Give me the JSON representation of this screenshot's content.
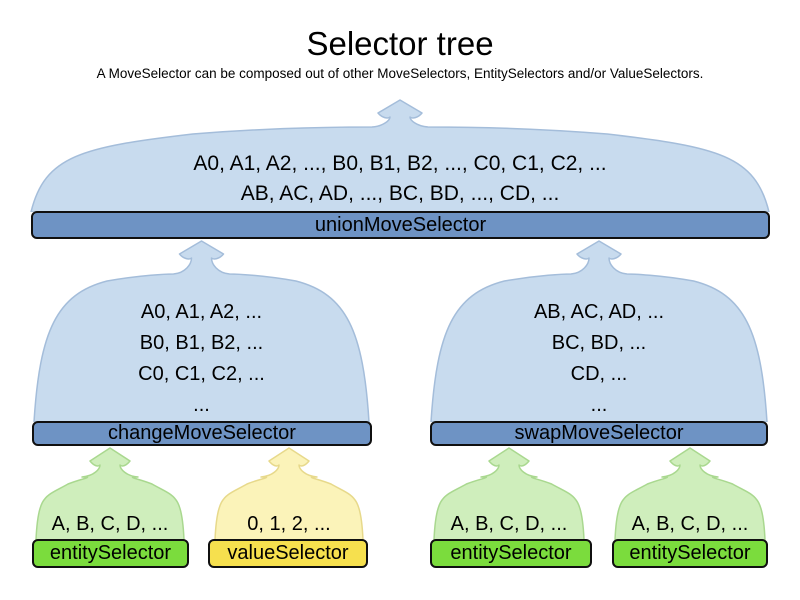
{
  "title": "Selector tree",
  "subtitle": "A MoveSelector can be composed out of other MoveSelectors, EntitySelectors and/or ValueSelectors.",
  "palette": {
    "blue_funnel_fill": "#c8dbee",
    "blue_funnel_stroke": "#a4bdda",
    "blue_bar_fill": "#6e93c4",
    "green_funnel_fill": "#cfeebc",
    "green_funnel_stroke": "#a9d88f",
    "green_bar_fill": "#7bdc3d",
    "yellow_funnel_fill": "#fbf3b9",
    "yellow_funnel_stroke": "#e7d98b",
    "yellow_bar_fill": "#f6e04e",
    "bar_border": "#101010",
    "text": "#000000"
  },
  "nodes": {
    "union": {
      "label": "unionMoveSelector",
      "color": "blue",
      "lines": [
        "A0, A1, A2, ..., B0, B1, B2, ..., C0, C1, C2, ...",
        "AB, AC, AD, ..., BC, BD, ..., CD, ..."
      ]
    },
    "change": {
      "label": "changeMoveSelector",
      "color": "blue",
      "lines": [
        "A0, A1, A2, ...",
        "B0, B1, B2, ...",
        "C0, C1, C2, ...",
        "..."
      ]
    },
    "swap": {
      "label": "swapMoveSelector",
      "color": "blue",
      "lines": [
        "AB, AC, AD, ...",
        "BC, BD, ...",
        "CD, ...",
        "..."
      ]
    },
    "entity1": {
      "label": "entitySelector",
      "color": "green",
      "lines": [
        "A, B, C, D, ..."
      ]
    },
    "value1": {
      "label": "valueSelector",
      "color": "yellow",
      "lines": [
        "0, 1, 2, ..."
      ]
    },
    "entity2": {
      "label": "entitySelector",
      "color": "green",
      "lines": [
        "A, B, C, D, ..."
      ]
    },
    "entity3": {
      "label": "entitySelector",
      "color": "green",
      "lines": [
        "A, B, C, D, ..."
      ]
    }
  }
}
